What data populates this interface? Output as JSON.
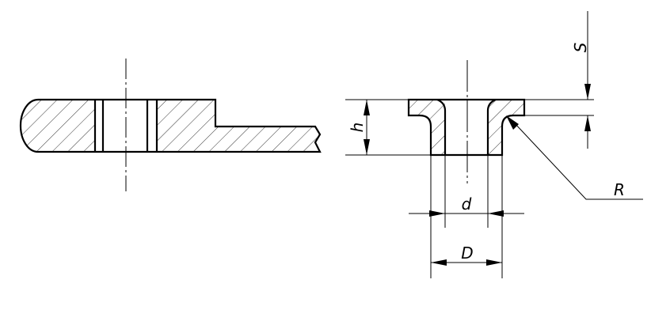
{
  "dimension_labels": {
    "s": "S",
    "h": "h",
    "d": "d",
    "D": "D",
    "R": "R"
  }
}
